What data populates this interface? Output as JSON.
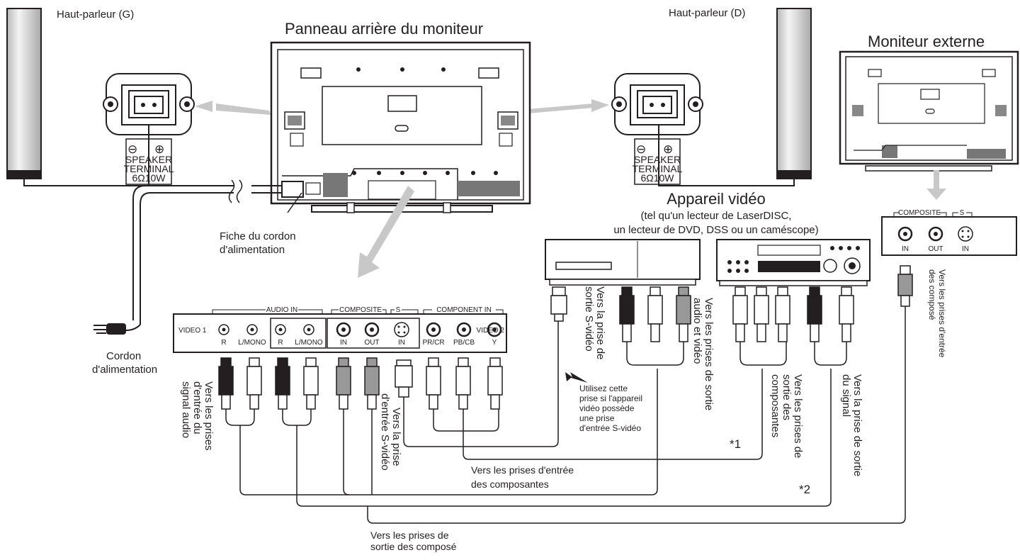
{
  "speakers": {
    "left_title": "Haut-parleur (G)",
    "right_title": "Haut-parleur (D)",
    "terminal_line1": "SPEAKER",
    "terminal_line2": "TERMINAL",
    "terminal_line3": "6Ω10W",
    "minus": "⊖",
    "plus": "⊕"
  },
  "monitor": {
    "title": "Panneau arrière du moniteur",
    "power_plug_line1": "Fiche du cordon",
    "power_plug_line2": "d'alimentation",
    "power_cord_line1": "Cordon",
    "power_cord_line2": "d'alimentation"
  },
  "external_monitor": {
    "title": "Moniteur externe",
    "composite_label": "COMPOSITE",
    "s_label": "S",
    "jack_in": "IN",
    "jack_out": "OUT",
    "jack_s_in": "IN",
    "to_composite_in_line1": "Vers les prises d'entrée",
    "to_composite_in_line2": "des composé"
  },
  "video_device": {
    "title": "Appareil vidéo",
    "subtitle_line1": "(tel qu'un lecteur de LaserDISC,",
    "subtitle_line2": "un lecteur de DVD, DSS ou un caméscope)"
  },
  "panel": {
    "video1": "VIDEO 1",
    "video2": "VIDEO 2",
    "audio_in": "AUDIO IN",
    "composite": "COMPOSITE",
    "s": "S",
    "component_in": "COMPONENT IN",
    "jacks": [
      "R",
      "L/MONO",
      "R",
      "L/MONO",
      "IN",
      "OUT",
      "IN",
      "PR/CR",
      "PB/CB",
      "Y"
    ]
  },
  "labels": {
    "audio_input_1": "Vers les prises",
    "audio_input_2": "d'entrée du",
    "audio_input_3": "signal audio",
    "svideo_input_1": "Vers la prise",
    "svideo_input_2": "d'entrée S-vidéo",
    "svideo_output_1": "Vers la prise de",
    "svideo_output_2": "sortie S-vidéo",
    "av_output_1": "Vers les prises de sortie",
    "av_output_2": "audio et vidéo",
    "svideo_note_1": "Utilisez cette",
    "svideo_note_2": "prise si l'appareil",
    "svideo_note_3": "vidéo possède",
    "svideo_note_4": "une prise",
    "svideo_note_5": "d'entrée S-vidéo",
    "component_output_1": "Vers les prises de",
    "component_output_2": "sortie des",
    "component_output_3": "composantes",
    "signal_output_1": "Vers la prise de sortie",
    "signal_output_2": "du signal",
    "component_input_1": "Vers les prises d'entrée",
    "component_input_2": "des composantes",
    "composite_output_1": "Vers les prises de",
    "composite_output_2": "sortie des composé",
    "note1": "*1",
    "note2": "*2"
  }
}
